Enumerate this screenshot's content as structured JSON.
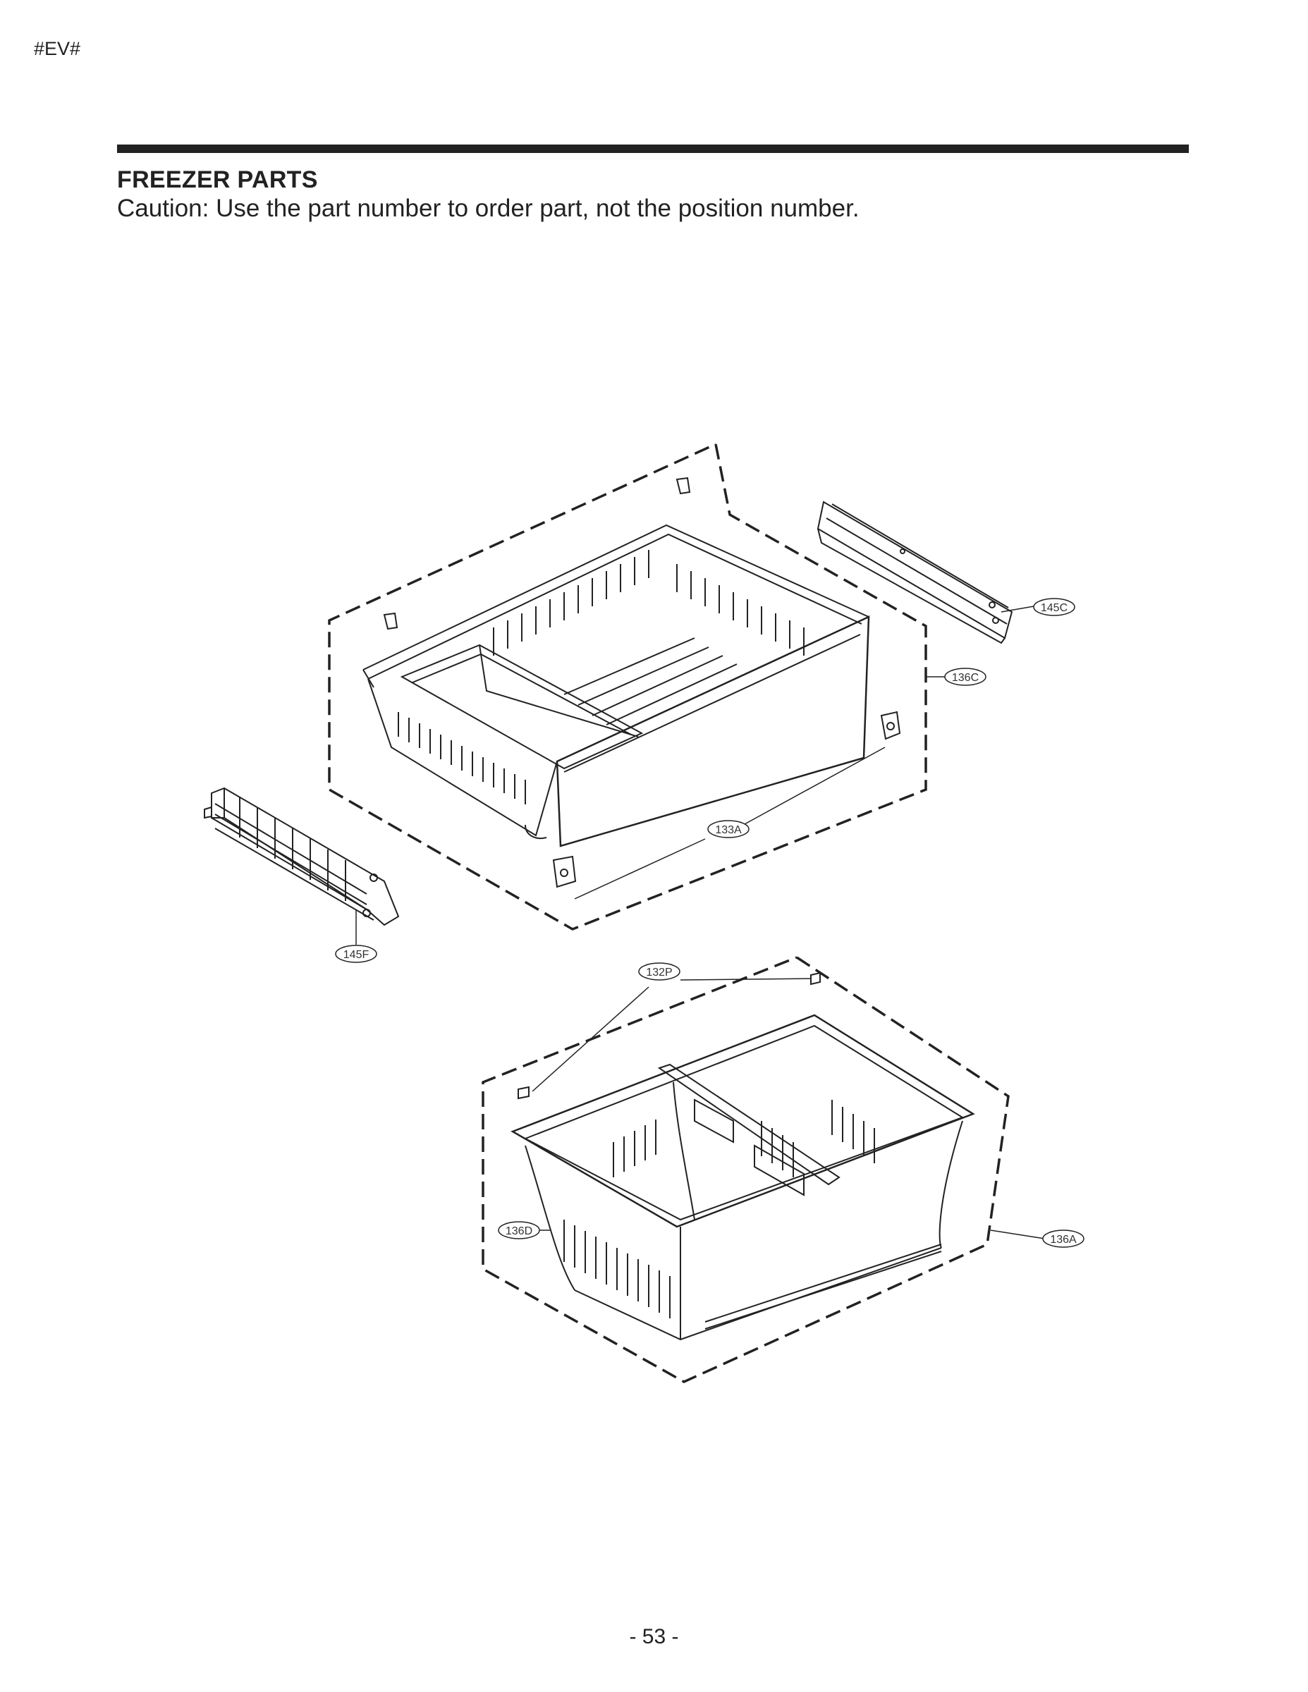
{
  "header": {
    "corner_code": "#EV#"
  },
  "section": {
    "title": "FREEZER PARTS",
    "caution": "Caution: Use the part number to order part, not the position number."
  },
  "callouts": {
    "c145C": "145C",
    "c136C": "136C",
    "c133A": "133A",
    "c145F": "145F",
    "c132P": "132P",
    "c136D": "136D",
    "c136A": "136A"
  },
  "footer": {
    "page_number": "- 53 -"
  },
  "colors": {
    "ink": "#222222",
    "paper": "#ffffff"
  }
}
